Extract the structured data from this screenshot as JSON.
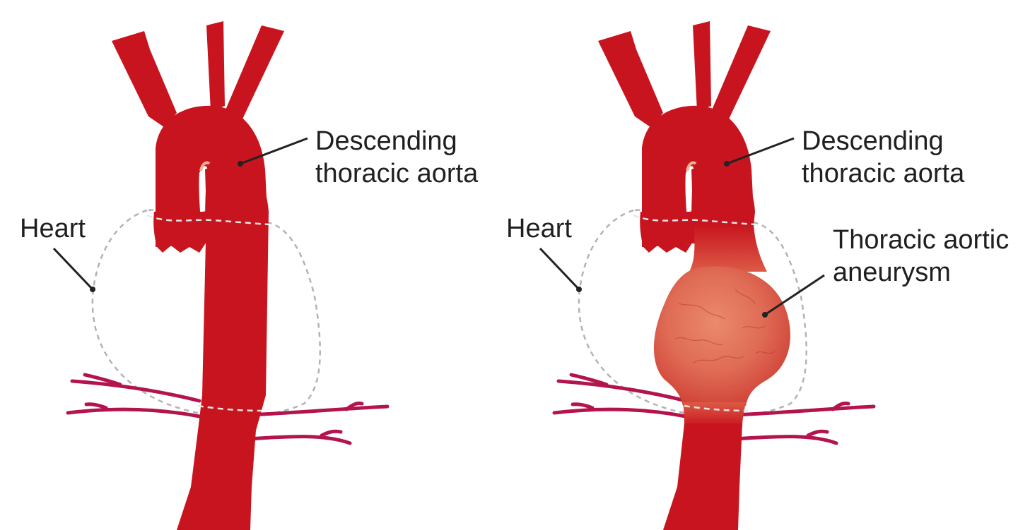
{
  "colors": {
    "aorta": "#c8141e",
    "aneurysm": "#dc5a46",
    "nerve": "#b4144e",
    "outline": "#b3b3b3",
    "text": "#1f1f1f"
  },
  "panels": [
    {
      "id": "normal",
      "labels": {
        "descending_line1": "Descending",
        "descending_line2": "thoracic aorta",
        "heart": "Heart"
      }
    },
    {
      "id": "aneurysm",
      "labels": {
        "descending_line1": "Descending",
        "descending_line2": "thoracic aorta",
        "heart": "Heart",
        "aneurysm_line1": "Thoracic aortic",
        "aneurysm_line2": "aneurysm"
      }
    }
  ]
}
